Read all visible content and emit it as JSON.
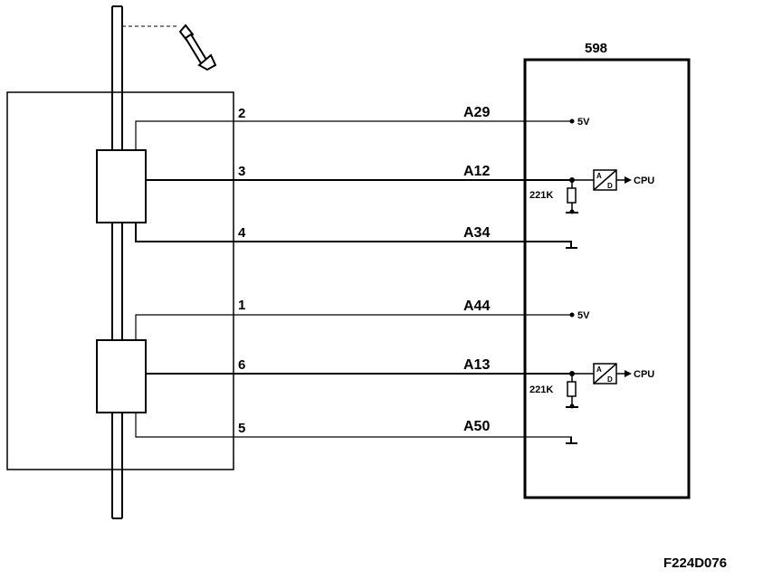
{
  "ecu": {
    "number": "598"
  },
  "sensor": {
    "upper_pins": [
      "2",
      "3",
      "4"
    ],
    "lower_pins": [
      "1",
      "6",
      "5"
    ]
  },
  "wires": {
    "upper": [
      "A29",
      "A12",
      "A34"
    ],
    "lower": [
      "A44",
      "A13",
      "A50"
    ]
  },
  "ecu_internal": {
    "supply_label": "5V",
    "resistor_label": "221K",
    "cpu_label": "CPU",
    "adc_top": "A",
    "adc_bottom": "D"
  },
  "figure_code": "F224D076"
}
